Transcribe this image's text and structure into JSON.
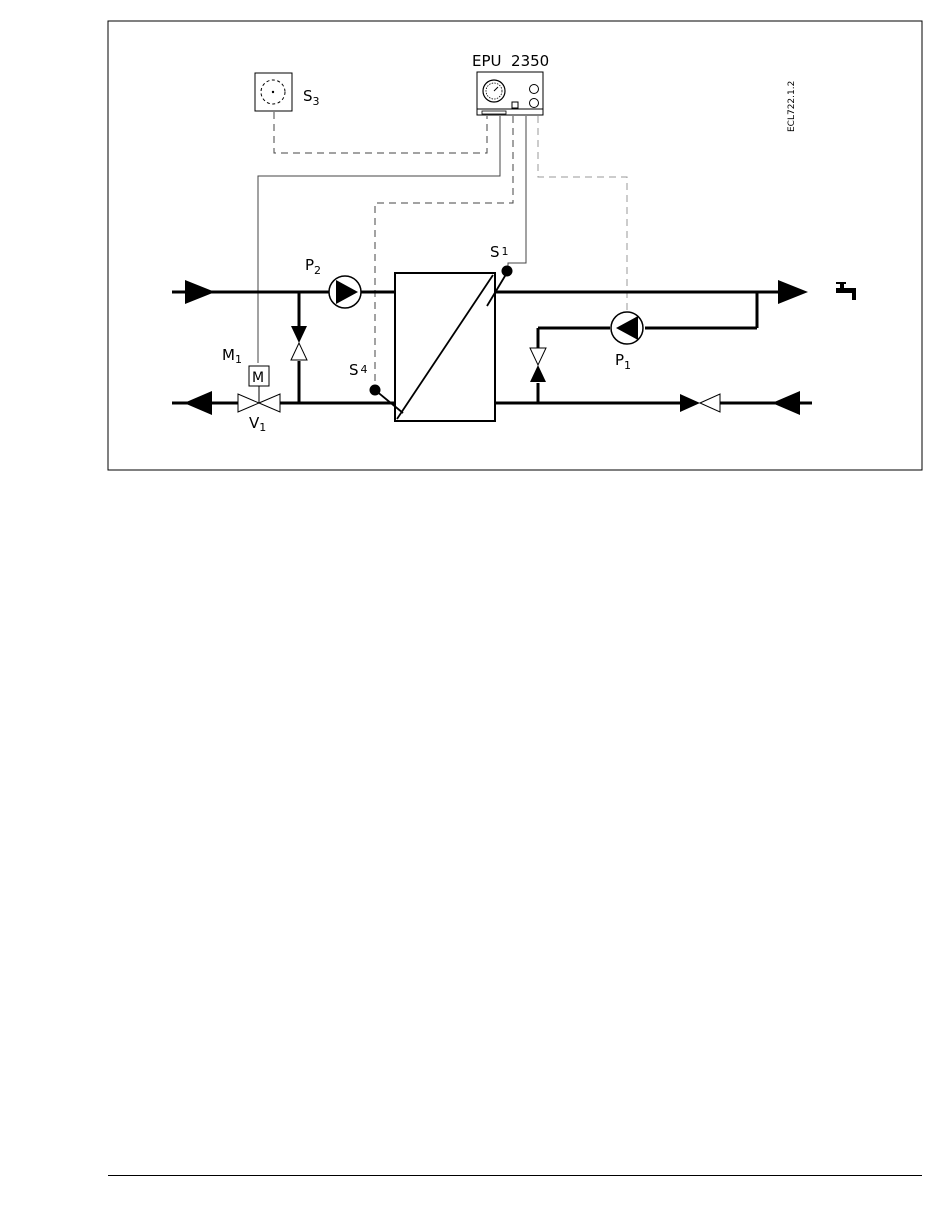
{
  "diagram": {
    "controller_label": "EPU  2350",
    "drawing_code": "ECL722.1.2",
    "labels": {
      "s3": {
        "main": "S",
        "sub": "3"
      },
      "s1": {
        "main": "S",
        "sub": "1"
      },
      "s4": {
        "main": "S",
        "sub": "4"
      },
      "p2": {
        "main": "P",
        "sub": "2"
      },
      "p1": {
        "main": "P",
        "sub": "1"
      },
      "m1": {
        "main": "M",
        "sub": "1"
      },
      "v1": {
        "main": "V",
        "sub": "1"
      },
      "motor": "M"
    }
  }
}
